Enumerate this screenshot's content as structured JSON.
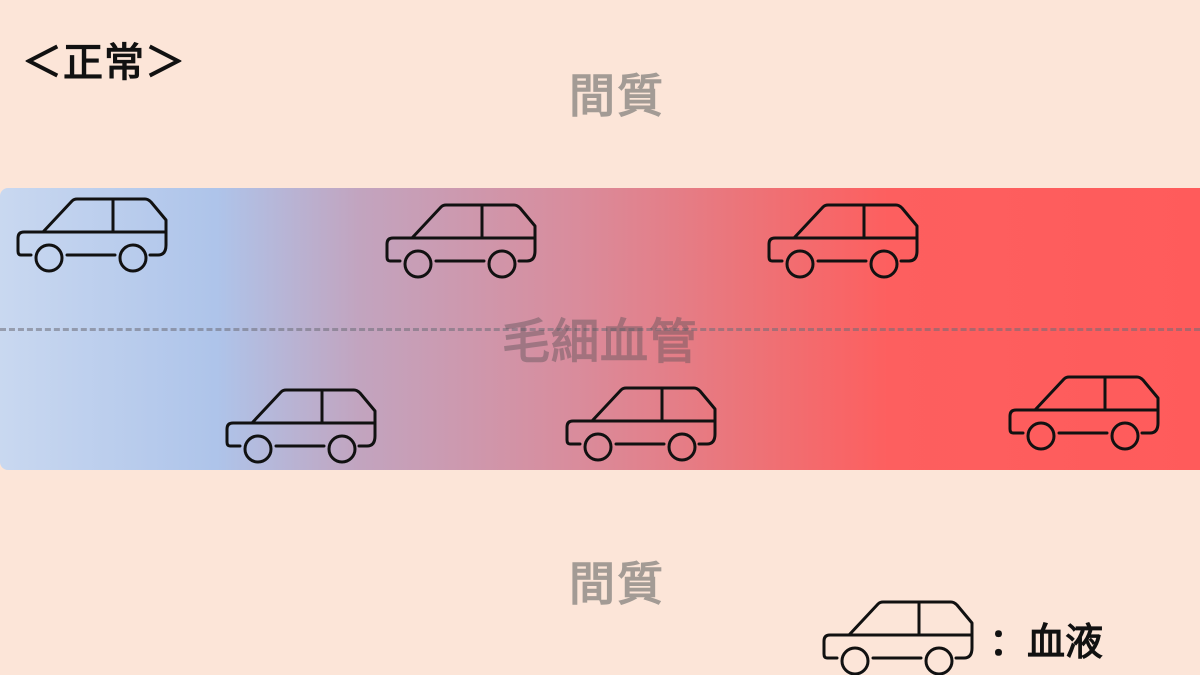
{
  "diagram": {
    "title": "＜正常＞",
    "interstitium_top": "間質",
    "interstitium_bottom": "間質",
    "vessel_label": "毛細血管",
    "vessel_gradient_colors": [
      "#aec4ea",
      "#ff5b5b"
    ],
    "car_icon": "car-icon",
    "legend": {
      "icon": "car-icon",
      "text": "：血液"
    }
  }
}
